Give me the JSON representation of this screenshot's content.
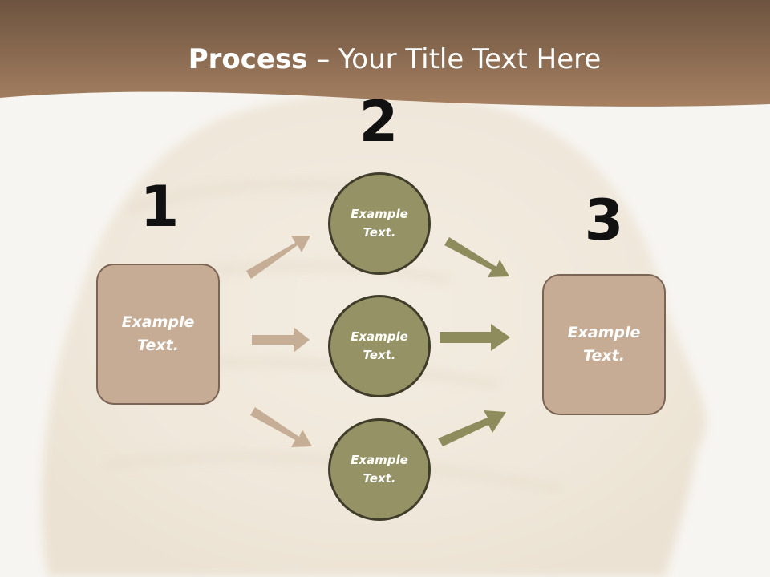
{
  "title": {
    "bold": "Process",
    "rest": " – Your Title Text Here"
  },
  "steps": [
    {
      "number": "1"
    },
    {
      "number": "2"
    },
    {
      "number": "3"
    }
  ],
  "left_box": {
    "text": "Example Text."
  },
  "right_box": {
    "text": "Example Text."
  },
  "circles": [
    {
      "text": "Example Text."
    },
    {
      "text": "Example Text."
    },
    {
      "text": "Example Text."
    }
  ],
  "colors": {
    "header": "#9a7656",
    "box_fill": "#c6ab95",
    "circle_fill": "#959365",
    "left_arrows": "#c5ad96",
    "right_arrows": "#8e8c5c"
  }
}
